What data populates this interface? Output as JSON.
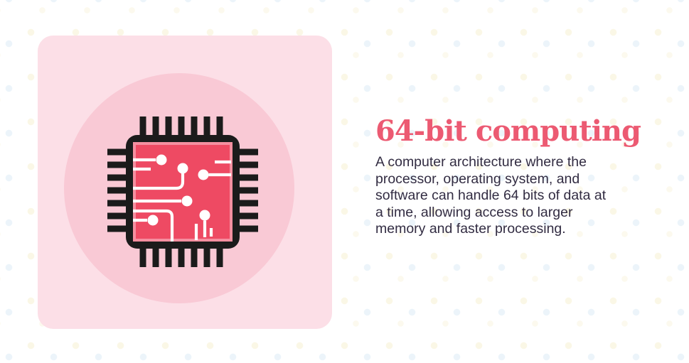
{
  "card": {
    "icon": "cpu-chip-icon"
  },
  "content": {
    "title": "64-bit computing",
    "description_lines": [
      "A computer architecture where the",
      "processor, operating system, and",
      "software can handle 64 bits of data at",
      "a time, allowing access to larger",
      "memory and faster processing."
    ]
  },
  "colors": {
    "page_background": "#ffffff",
    "card_background": "#fcdfe7",
    "circle_backdrop": "#f9c9d5",
    "chip_outline": "#1b1b1b",
    "chip_die_fill": "#ee4a63",
    "chip_die_border": "#f58fa0",
    "circuit_trace": "#ffffff",
    "title_color": "#ec5a72",
    "body_text_color": "#322c42"
  }
}
